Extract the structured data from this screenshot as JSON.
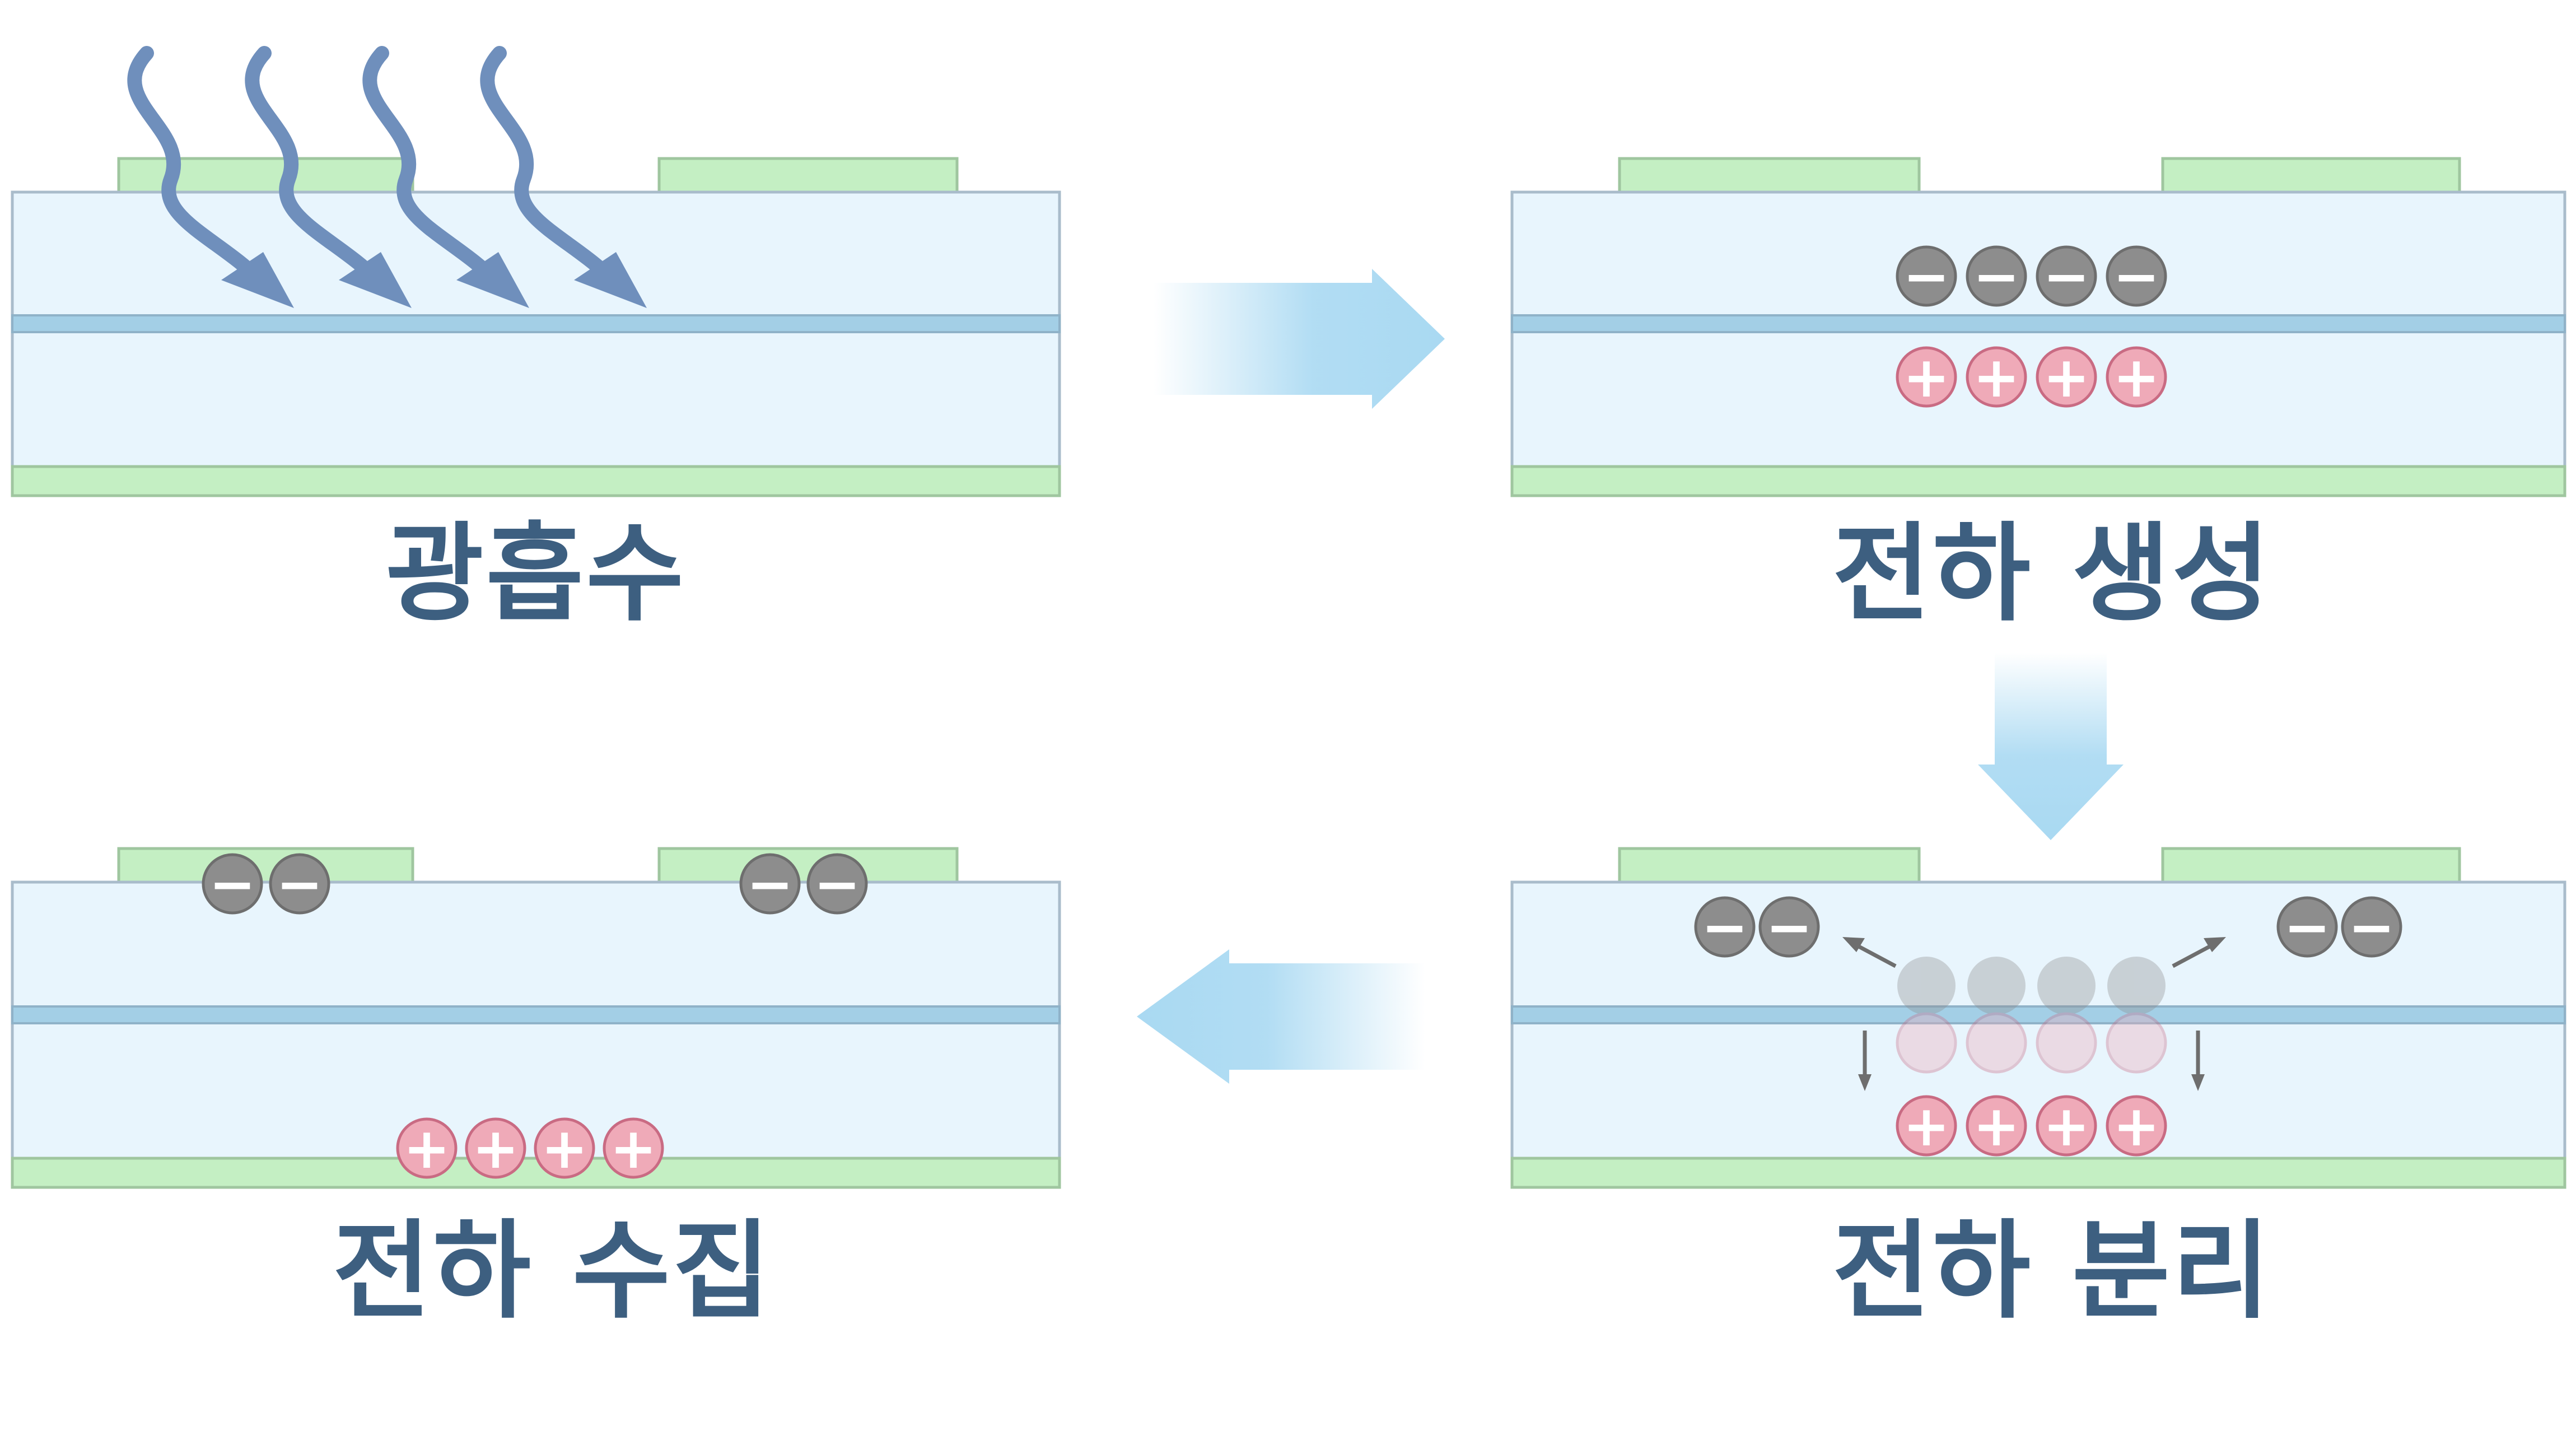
{
  "colors": {
    "background": "#ffffff",
    "device_fill": "#e8f5fd",
    "device_border": "#a9bccb",
    "junction_line": "#a3cfe6",
    "electrode_fill": "#c4efc3",
    "electrode_border": "#9fc69f",
    "light_ray": "#6f8fbc",
    "process_arrow": "#a9d9f2",
    "electron_fill": "#8d8d8d",
    "hole_fill": "#efaab8",
    "hole_border": "#c96b83",
    "caption_text": "#3d5f80"
  },
  "icons": {
    "light": "wavy-light-ray-icon",
    "electron": "minus-circle-icon",
    "hole": "plus-circle-icon",
    "flow": "gradient-block-arrow-icon"
  },
  "symbols": {
    "electron": "−",
    "hole": "+"
  },
  "steps": [
    {
      "id": "absorption",
      "caption": "광흡수"
    },
    {
      "id": "generation",
      "caption": "전하 생성"
    },
    {
      "id": "separation",
      "caption": "전하 분리"
    },
    {
      "id": "collection",
      "caption": "전하 수집"
    }
  ]
}
